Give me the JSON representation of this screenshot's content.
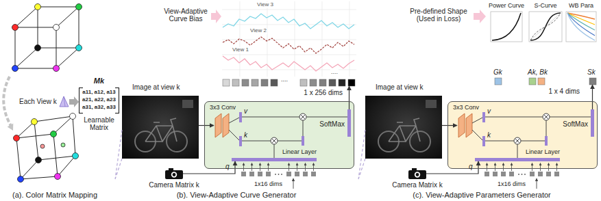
{
  "diagram": {
    "nodes": [
      {
        "text": [
          "Mk",
          "a11, a12, a13",
          "a21, a22, a23",
          "a31, a32, a33",
          "Learnable Matrix"
        ]
      },
      {
        "text": [
          "Image at view k"
        ]
      },
      {
        "text": [
          "v",
          "k"
        ]
      },
      {
        "text": [
          "3x3 Conv"
        ],
        "in": 2
      },
      {
        "text": [
          "SoftMax"
        ],
        "in": 2
      },
      {
        "text": [
          "Linear Layer"
        ],
        "in": 2
      },
      {
        "text": [
          "1 x 256 dims"
        ]
      },
      {
        "text": [
          "Camera Matrix k"
        ]
      },
      {
        "text": [
          "Image at view k"
        ]
      },
      {
        "text": [
          "v",
          "k"
        ]
      },
      {
        "text": [
          "3x3 Conv"
        ],
        "in": 9
      },
      {
        "text": [
          "SoftMax"
        ],
        "in": 9
      },
      {
        "text": [
          "Linear Layer"
        ],
        "in": 9
      },
      {
        "text": [
          "Gk",
          "Ak, Bk",
          "Sk",
          "1 x 4 dims"
        ]
      },
      {
        "text": [
          "Camera Matrix k"
        ]
      }
    ],
    "edges": [
      {
        "from": 1,
        "to": 3,
        "arrow": "to"
      },
      {
        "from": 7,
        "to": 5,
        "arrow": "to"
      },
      {
        "from": 4,
        "to": 6,
        "arrow": "to"
      },
      {
        "from": 8,
        "to": 10,
        "arrow": "to"
      },
      {
        "from": 14,
        "to": 12,
        "arrow": "to"
      },
      {
        "from": 11,
        "to": 13,
        "arrow": "to"
      }
    ],
    "labels": [
      "Each View k",
      "(a). Color Matrix Mapping",
      "View-Adaptive Curve Bias",
      "View 3",
      "View 2",
      "View 1",
      "....",
      "....",
      "q",
      "1x16 dims",
      "(b). View-Adaptive Curve Generator",
      "Pre-defined Shape (Used in Loss)",
      "Power Curve",
      "S-Curve",
      "WB Para",
      "q",
      "1x16 dims",
      "(c). View-Adaptive Parameters Generator"
    ]
  }
}
